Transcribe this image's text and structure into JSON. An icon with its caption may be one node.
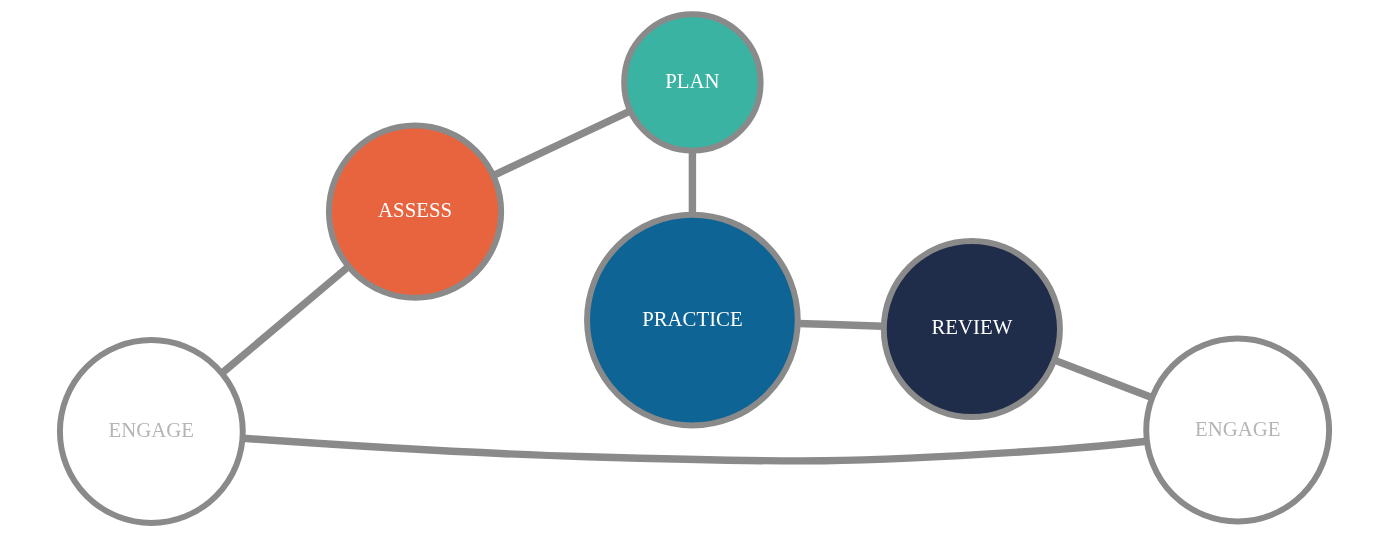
{
  "diagram": {
    "nodes": [
      {
        "text": [
          "ENGAGE"
        ]
      },
      {
        "text": [
          "ASSESS"
        ]
      },
      {
        "text": [
          "PLAN"
        ]
      },
      {
        "text": [
          "PRACTICE"
        ]
      },
      {
        "text": [
          "REVIEW"
        ]
      },
      {
        "text": [
          "ENGAGE"
        ]
      }
    ],
    "edges": [
      {
        "from": 0,
        "to": 1,
        "arrow": "none"
      },
      {
        "from": 1,
        "to": 2,
        "arrow": "none"
      },
      {
        "from": 2,
        "to": 3,
        "arrow": "none"
      },
      {
        "from": 3,
        "to": 4,
        "arrow": "none"
      },
      {
        "from": 4,
        "to": 5,
        "arrow": "none"
      },
      {
        "from": 0,
        "to": 5,
        "arrow": "none"
      }
    ]
  }
}
